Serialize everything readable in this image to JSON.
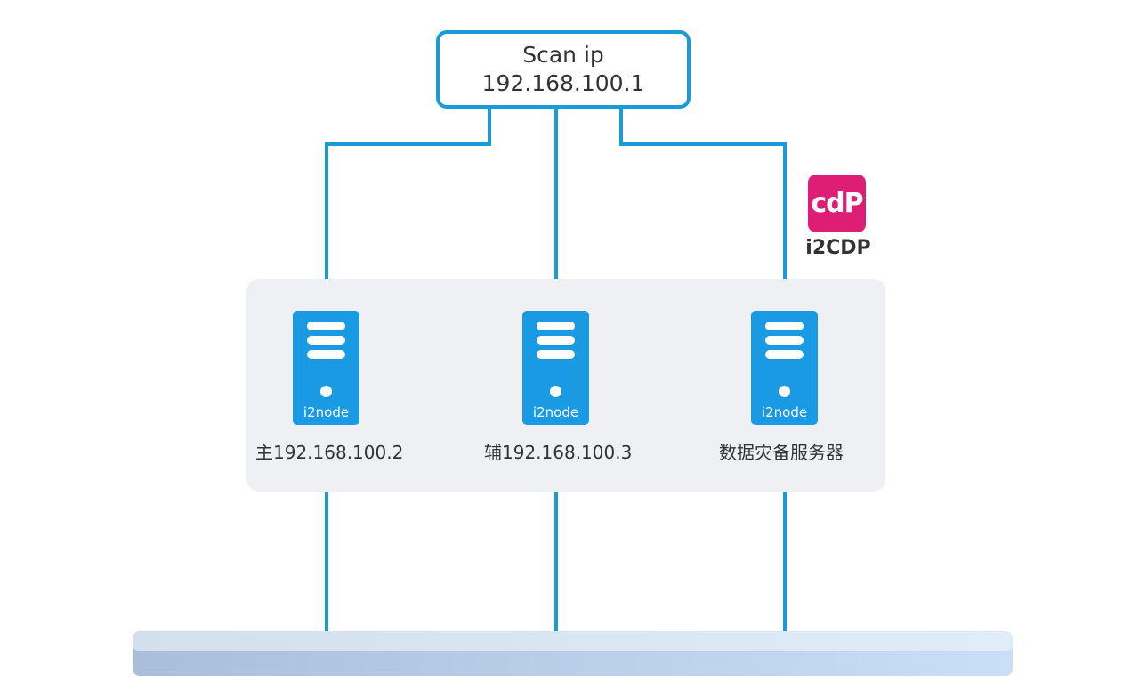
{
  "scan": {
    "title": "Scan ip",
    "ip": "192.168.100.1"
  },
  "product": {
    "logo_text": "cdP",
    "name": "i2CDP",
    "logo_color": "#dd1e74"
  },
  "colors": {
    "line": "#1a9ad6",
    "server": "#1a9ae3",
    "panel": "#eef0f4"
  },
  "servers": [
    {
      "icon_label": "i2node",
      "caption": "主192.168.100.2"
    },
    {
      "icon_label": "i2node",
      "caption": "辅192.168.100.3"
    },
    {
      "icon_label": "i2node",
      "caption": "数据灾备服务器"
    }
  ]
}
